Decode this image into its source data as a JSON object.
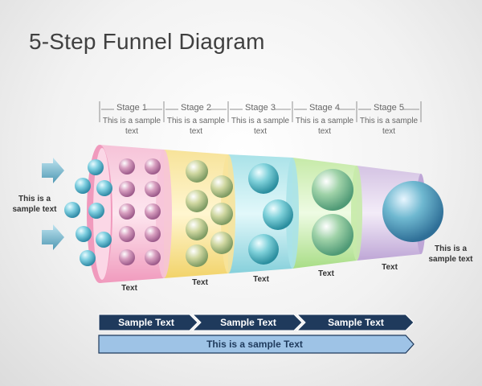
{
  "title": "5-Step Funnel Diagram",
  "stages": [
    {
      "name": "Stage 1",
      "desc_line1": "This is a sample",
      "desc_line2": "text"
    },
    {
      "name": "Stage 2",
      "desc_line1": "This is a sample",
      "desc_line2": "text"
    },
    {
      "name": "Stage 3",
      "desc_line1": "This is a sample",
      "desc_line2": "text"
    },
    {
      "name": "Stage 4",
      "desc_line1": "This is a sample",
      "desc_line2": "text"
    },
    {
      "name": "Stage 5",
      "desc_line1": "This is a sample",
      "desc_line2": "text"
    }
  ],
  "left_label": {
    "line1": "This is a",
    "line2": "sample text"
  },
  "right_label": {
    "line1": "This is a",
    "line2": "sample text"
  },
  "segment_labels": [
    "Text",
    "Text",
    "Text",
    "Text",
    "Text"
  ],
  "chevrons": [
    "Sample Text",
    "Sample Text",
    "Sample Text"
  ],
  "bottom_bar": "This is a sample Text",
  "colors": {
    "pink": "#f2a6c4",
    "yellow": "#f6e08a",
    "teal": "#8fd8e0",
    "green": "#b8e39a",
    "purple": "#c9b4dc",
    "navy": "#1f3a5c",
    "light_blue": "#9ec3e6"
  }
}
